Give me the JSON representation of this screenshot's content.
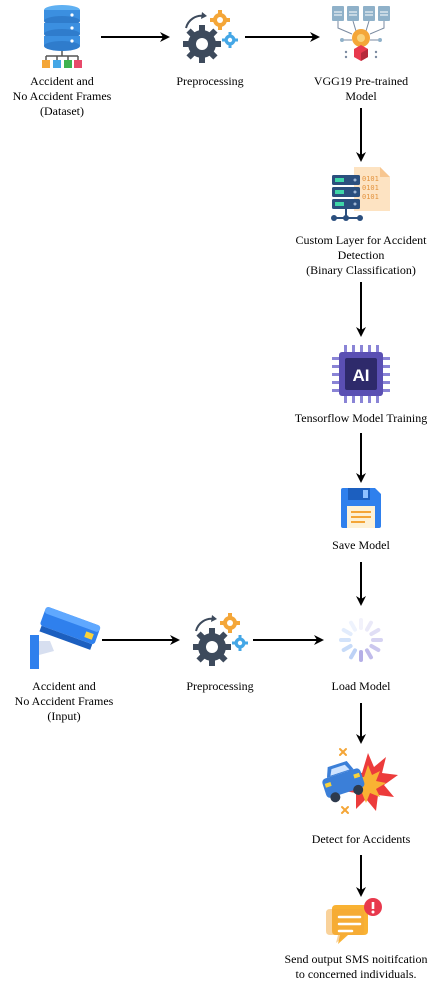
{
  "nodes": {
    "dataset": {
      "icon": "database-icon",
      "label": "Accident and\nNo Accident Frames\n(Dataset)"
    },
    "preprocessing_top": {
      "icon": "gears-icon",
      "label": "Preprocessing"
    },
    "vgg19": {
      "icon": "neural-chip-icon",
      "label": "VGG19 Pre-trained\nModel"
    },
    "custom_layer": {
      "icon": "server-binary-icon",
      "label": "Custom Layer for Accident\nDetection\n(Binary Classification)"
    },
    "training": {
      "icon": "ai-chip-icon",
      "label": "Tensorflow Model Training",
      "chip_text": "AI"
    },
    "save": {
      "icon": "floppy-disk-icon",
      "label": "Save Model"
    },
    "camera": {
      "icon": "cctv-camera-icon",
      "label": "Accident and\nNo Accident Frames\n(Input)"
    },
    "preprocessing_bottom": {
      "icon": "gears-icon",
      "label": "Preprocessing"
    },
    "load": {
      "icon": "loading-spinner-icon",
      "label": "Load Model"
    },
    "detect": {
      "icon": "car-crash-icon",
      "label": "Detect for Accidents"
    },
    "notify": {
      "icon": "message-notification-icon",
      "label": "Send output SMS noitifcation\nto concerned individuals."
    }
  },
  "colors": {
    "arrow": "#000000",
    "database_blue": "#3b8fe0",
    "gear_dark": "#3d4a5c",
    "gear_orange": "#f4a638",
    "gear_blue": "#45a7e6",
    "chip_purple": "#5a4fb3",
    "floppy_blue": "#2f80ed",
    "crash_red": "#ec3b3b",
    "notify_yellow": "#f9b233"
  }
}
